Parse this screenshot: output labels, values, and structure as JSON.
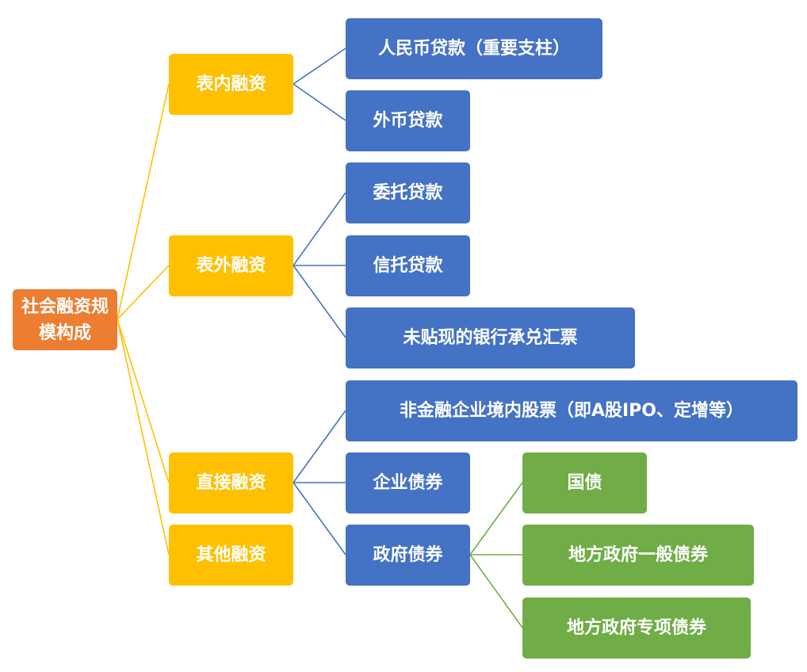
{
  "colors": {
    "root": "#ED7D31",
    "category": "#FFC000",
    "item": "#4472C4",
    "sub_item": "#70AD47",
    "line_yellow": "#FFC000",
    "line_blue": "#4472C4",
    "line_green": "#70AD47"
  },
  "root": {
    "label": "社会融资规模构成"
  },
  "categories": [
    {
      "label": "表内融资",
      "items": [
        {
          "label": "人民币贷款（重要支柱）"
        },
        {
          "label": "外币贷款"
        }
      ]
    },
    {
      "label": "表外融资",
      "items": [
        {
          "label": "委托贷款"
        },
        {
          "label": "信托贷款"
        },
        {
          "label": "未贴现的银行承兑汇票"
        }
      ]
    },
    {
      "label": "直接融资",
      "items": [
        {
          "label": "非金融企业境内股票（即A股IPO、定增等）"
        },
        {
          "label": "企业债券"
        },
        {
          "label": "政府债券",
          "sub_items": [
            {
              "label": "国债"
            },
            {
              "label": "地方政府一般债券"
            },
            {
              "label": "地方政府专项债券"
            }
          ]
        }
      ]
    },
    {
      "label": "其他融资",
      "items": []
    }
  ]
}
